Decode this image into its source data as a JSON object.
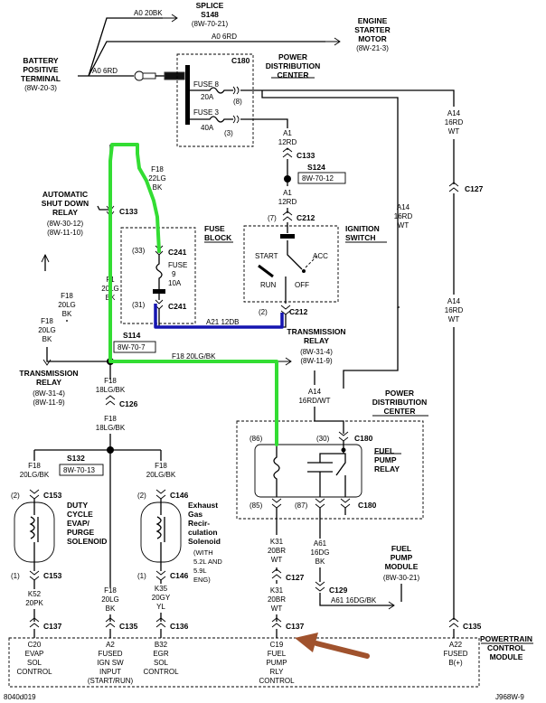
{
  "labels": {
    "battery": [
      "BATTERY",
      "POSITIVE",
      "TERMINAL",
      "(8W-20-3)"
    ],
    "a0_6rd_bat": "A0 6RD",
    "a0_20bk": "A0 20BK",
    "a0_6rd": "A0 6RD",
    "splice_s148": [
      "SPLICE",
      "S148",
      "(8W-70-21)"
    ],
    "engine_starter": [
      "ENGINE",
      "STARTER",
      "MOTOR",
      "(8W-21-3)"
    ],
    "pdc_top": [
      "POWER",
      "DISTRIBUTION",
      "CENTER"
    ],
    "c180_top": "C180",
    "fuse8": [
      "FUSE  8",
      "20A"
    ],
    "pin8": "(8)",
    "fuse3": [
      "FUSE  3",
      "40A"
    ],
    "pin3": "(3)",
    "a14_right": [
      "A14",
      "16RD",
      "WT"
    ],
    "c127_right": "C127",
    "a1_top": [
      "A1",
      "12RD"
    ],
    "c133_mid": "C133",
    "s124": "S124",
    "ref_s124": "8W-70-12",
    "a1_mid": [
      "A1",
      "12RD"
    ],
    "pin7": "(7)",
    "c212_top": "C212",
    "ignition_switch": [
      "IGNITION",
      "SWITCH"
    ],
    "sw_start": "START",
    "sw_acc": "ACC",
    "sw_run": "RUN",
    "sw_off": "OFF",
    "a14_mid": [
      "A14",
      "16RD",
      "WT"
    ],
    "a14_lower": [
      "A14",
      "16RD",
      "WT"
    ],
    "asd_relay": [
      "AUTOMATIC",
      "SHUT DOWN",
      "RELAY",
      "(8W-30-12)",
      "(8W-11-10)"
    ],
    "c133_left": "C133",
    "f18_22lg": [
      "F18",
      "22LG",
      "BK"
    ],
    "fuse_block": [
      "FUSE",
      "BLOCK"
    ],
    "pin33": "(33)",
    "c241_top": "C241",
    "fuse9": [
      "FUSE",
      "9",
      "10A"
    ],
    "pin31": "(31)",
    "c241_bot": "C241",
    "f18_20lg_left": [
      "F18",
      "20LG",
      "BK"
    ],
    "f1_20lg": [
      "F1",
      "20LG",
      "BK"
    ],
    "a21": "A21  12DB",
    "pin2": "(2)",
    "c212_bot": "C212",
    "s114": "S114",
    "ref_s114": "8W-70-7",
    "trans_relay_top": [
      "TRANSMISSION",
      "RELAY",
      "(8W-31-4)",
      "(8W-11-9)"
    ],
    "f18_20lgbk_h": "F18  20LG/BK",
    "trans_relay_left": [
      "TRANSMISSION",
      "RELAY",
      "(8W-31-4)",
      "(8W-11-9)"
    ],
    "f18_left_arrow": [
      "F18",
      "20LG",
      "BK"
    ],
    "f18_18lg_a": [
      "F18",
      "18LG/BK"
    ],
    "c126": "C126",
    "f18_18lg_b": [
      "F18",
      "18LG/BK"
    ],
    "a14_16rdwt": [
      "A14",
      "16RD/WT"
    ],
    "pdc_mid": [
      "POWER",
      "DISTRIBUTION",
      "CENTER"
    ],
    "pin86": "(86)",
    "pin30": "(30)",
    "c180_mid": "C180",
    "fuel_pump_relay": [
      "FUEL",
      "PUMP",
      "RELAY"
    ],
    "pin85": "(85)",
    "pin87": "(87)",
    "c180_bot": "C180",
    "s132": "S132",
    "ref_s132": "8W-70-13",
    "f18_20lgbk_l": [
      "F18",
      "20LG/BK"
    ],
    "f18_20lgbk_r": [
      "F18",
      "20LG/BK"
    ],
    "pin2_l": "(2)",
    "c153_top": "C153",
    "pin2_r": "(2)",
    "c146_top": "C146",
    "duty_cycle": [
      "DUTY",
      "CYCLE",
      "EVAP/",
      "PURGE",
      "SOLENOID"
    ],
    "egr": [
      "Exhaust",
      "Gas",
      "Recir-",
      "culation",
      "Solenoid"
    ],
    "egr_note": [
      "(WITH",
      "5.2L AND",
      "5.9L",
      "ENG)"
    ],
    "pin1_l": "(1)",
    "c153_bot": "C153",
    "pin1_r": "(1)",
    "c146_bot": "C146",
    "k31_a": [
      "K31",
      "20BR",
      "WT"
    ],
    "a61": [
      "A61",
      "16DG",
      "BK"
    ],
    "c127_mid": "C127",
    "fuel_pump_module": [
      "FUEL",
      "PUMP",
      "MODULE",
      "(8W-30-21)"
    ],
    "c129": "C129",
    "k52": [
      "K52",
      "20PK"
    ],
    "f18_20lg_c": [
      "F18",
      "20LG",
      "BK"
    ],
    "k35": [
      "K35",
      "20GY",
      "YL"
    ],
    "k31_b": [
      "K31",
      "20BR",
      "WT"
    ],
    "a61_h": "A61  16DG/BK",
    "c137_l": "C137",
    "c135_l": "C135",
    "c136": "C136",
    "c137_r": "C137",
    "c135_r": "C135",
    "pcm": [
      "POWERTRAIN",
      "CONTROL",
      "MODULE"
    ],
    "pcm_c20": [
      "C20",
      "EVAP",
      "SOL",
      "CONTROL"
    ],
    "pcm_a2": [
      "A2",
      "FUSED",
      "IGN SW",
      "INPUT",
      "(START/RUN)"
    ],
    "pcm_b32": [
      "B32",
      "EGR",
      "SOL",
      "CONTROL"
    ],
    "pcm_c19": [
      "C19",
      "FUEL",
      "PUMP",
      "RLY",
      "CONTROL"
    ],
    "pcm_a22": [
      "A22",
      "FUSED",
      "B(+)"
    ],
    "footer_left": "8040d019",
    "footer_right": "J968W-9"
  },
  "colors": {
    "highlight_green": "#33dd33",
    "highlight_blue": "#1515b0",
    "arrow_brown": "#a0522d"
  }
}
